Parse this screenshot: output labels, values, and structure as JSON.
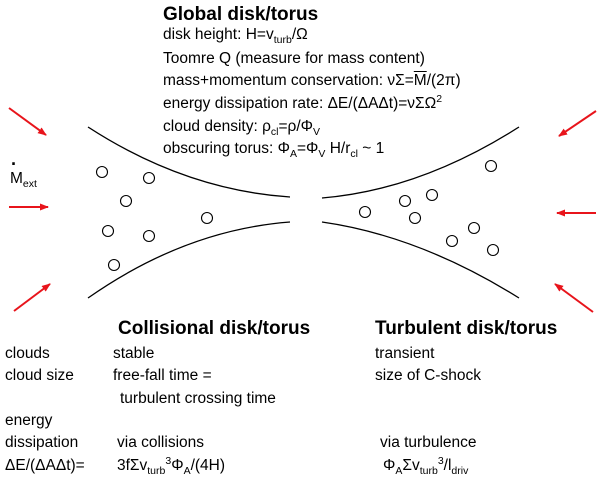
{
  "global": {
    "title": "Global disk/torus",
    "lines": [
      [
        "disk height: H=v",
        {
          "sub": "turb"
        },
        "/Ω"
      ],
      [
        "Toomre Q (measure for mass content)"
      ],
      [
        "mass+momentum conservation: νΣ=",
        {
          "over": "M"
        },
        "/(2π)"
      ],
      [
        "energy dissipation rate: ΔE/(ΔAΔt)=νΣΩ",
        {
          "sup": "2"
        }
      ],
      [
        "cloud density: ρ",
        {
          "sub": "cl"
        },
        "=ρ/Φ",
        {
          "sub": "V"
        }
      ],
      [
        "obscuring torus: Φ",
        {
          "sub": "A"
        },
        "=Φ",
        {
          "sub": "V"
        },
        " H/r",
        {
          "sub": "cl"
        },
        " ~ 1"
      ]
    ]
  },
  "mext": {
    "dot": "·",
    "label": "M",
    "sub": "ext"
  },
  "collisional": {
    "title": "Collisional disk/torus"
  },
  "turbulent": {
    "title": "Turbulent disk/torus"
  },
  "rows": [
    {
      "label": "clouds",
      "col": "stable",
      "tur": "transient"
    },
    {
      "label": "cloud size",
      "col": "free-fall time =",
      "tur": "size of C-shock"
    },
    {
      "label": "",
      "col": "turbulent crossing time",
      "tur": ""
    },
    {
      "label": "energy",
      "col": "",
      "tur": ""
    },
    {
      "label": "dissipation",
      "col": "via collisions",
      "tur": "via turbulence"
    }
  ],
  "formula": {
    "label": "ΔE/(ΔAΔt)=",
    "col": [
      "3fΣv",
      {
        "sub": "turb"
      },
      {
        "sup": "3"
      },
      "Φ",
      {
        "sub": "A"
      },
      "/(4H)"
    ],
    "tur": [
      "Φ",
      {
        "sub": "A"
      },
      "Σv",
      {
        "sub": "turb"
      },
      {
        "sup": "3"
      },
      "/l",
      {
        "sub": "driv"
      }
    ]
  },
  "colors": {
    "arrow": "#e8141b",
    "line": "#000000"
  }
}
